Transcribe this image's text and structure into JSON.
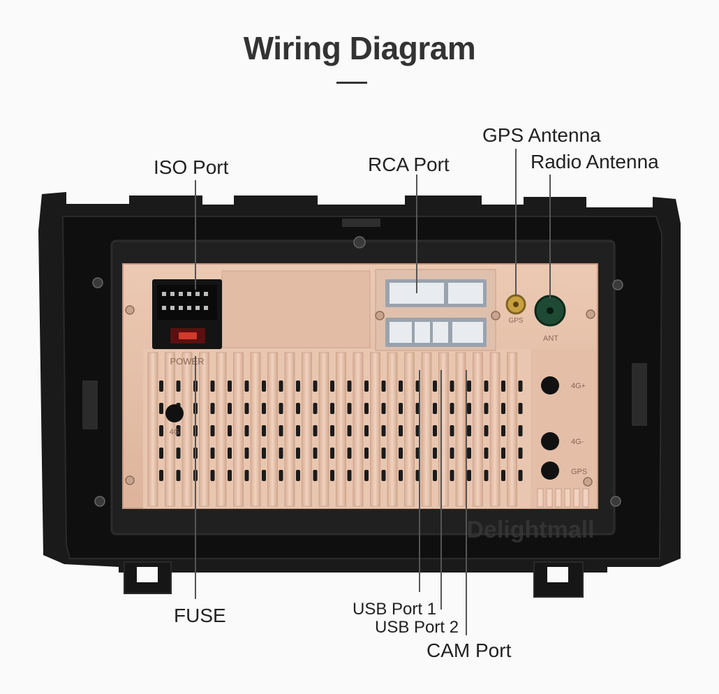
{
  "title": "Wiring Diagram",
  "labels": {
    "iso_port": "ISO Port",
    "rca_port": "RCA Port",
    "gps_antenna": "GPS Antenna",
    "radio_antenna": "Radio Antenna",
    "fuse": "FUSE",
    "usb_port_1": "USB Port 1",
    "usb_port_2": "USB Port 2",
    "cam_port": "CAM Port"
  },
  "device_markings": {
    "power": "POWER",
    "gps_small": "GPS",
    "ant": "ANT",
    "four_g_plus": "4G+",
    "four_g_minus": "4G-",
    "gps_side": "GPS",
    "four_g": "4G",
    "watermark": "Delightmall"
  },
  "colors": {
    "panel": "#e6bfa6",
    "frame": "#151515",
    "text": "#222222",
    "leader": "#555555"
  }
}
